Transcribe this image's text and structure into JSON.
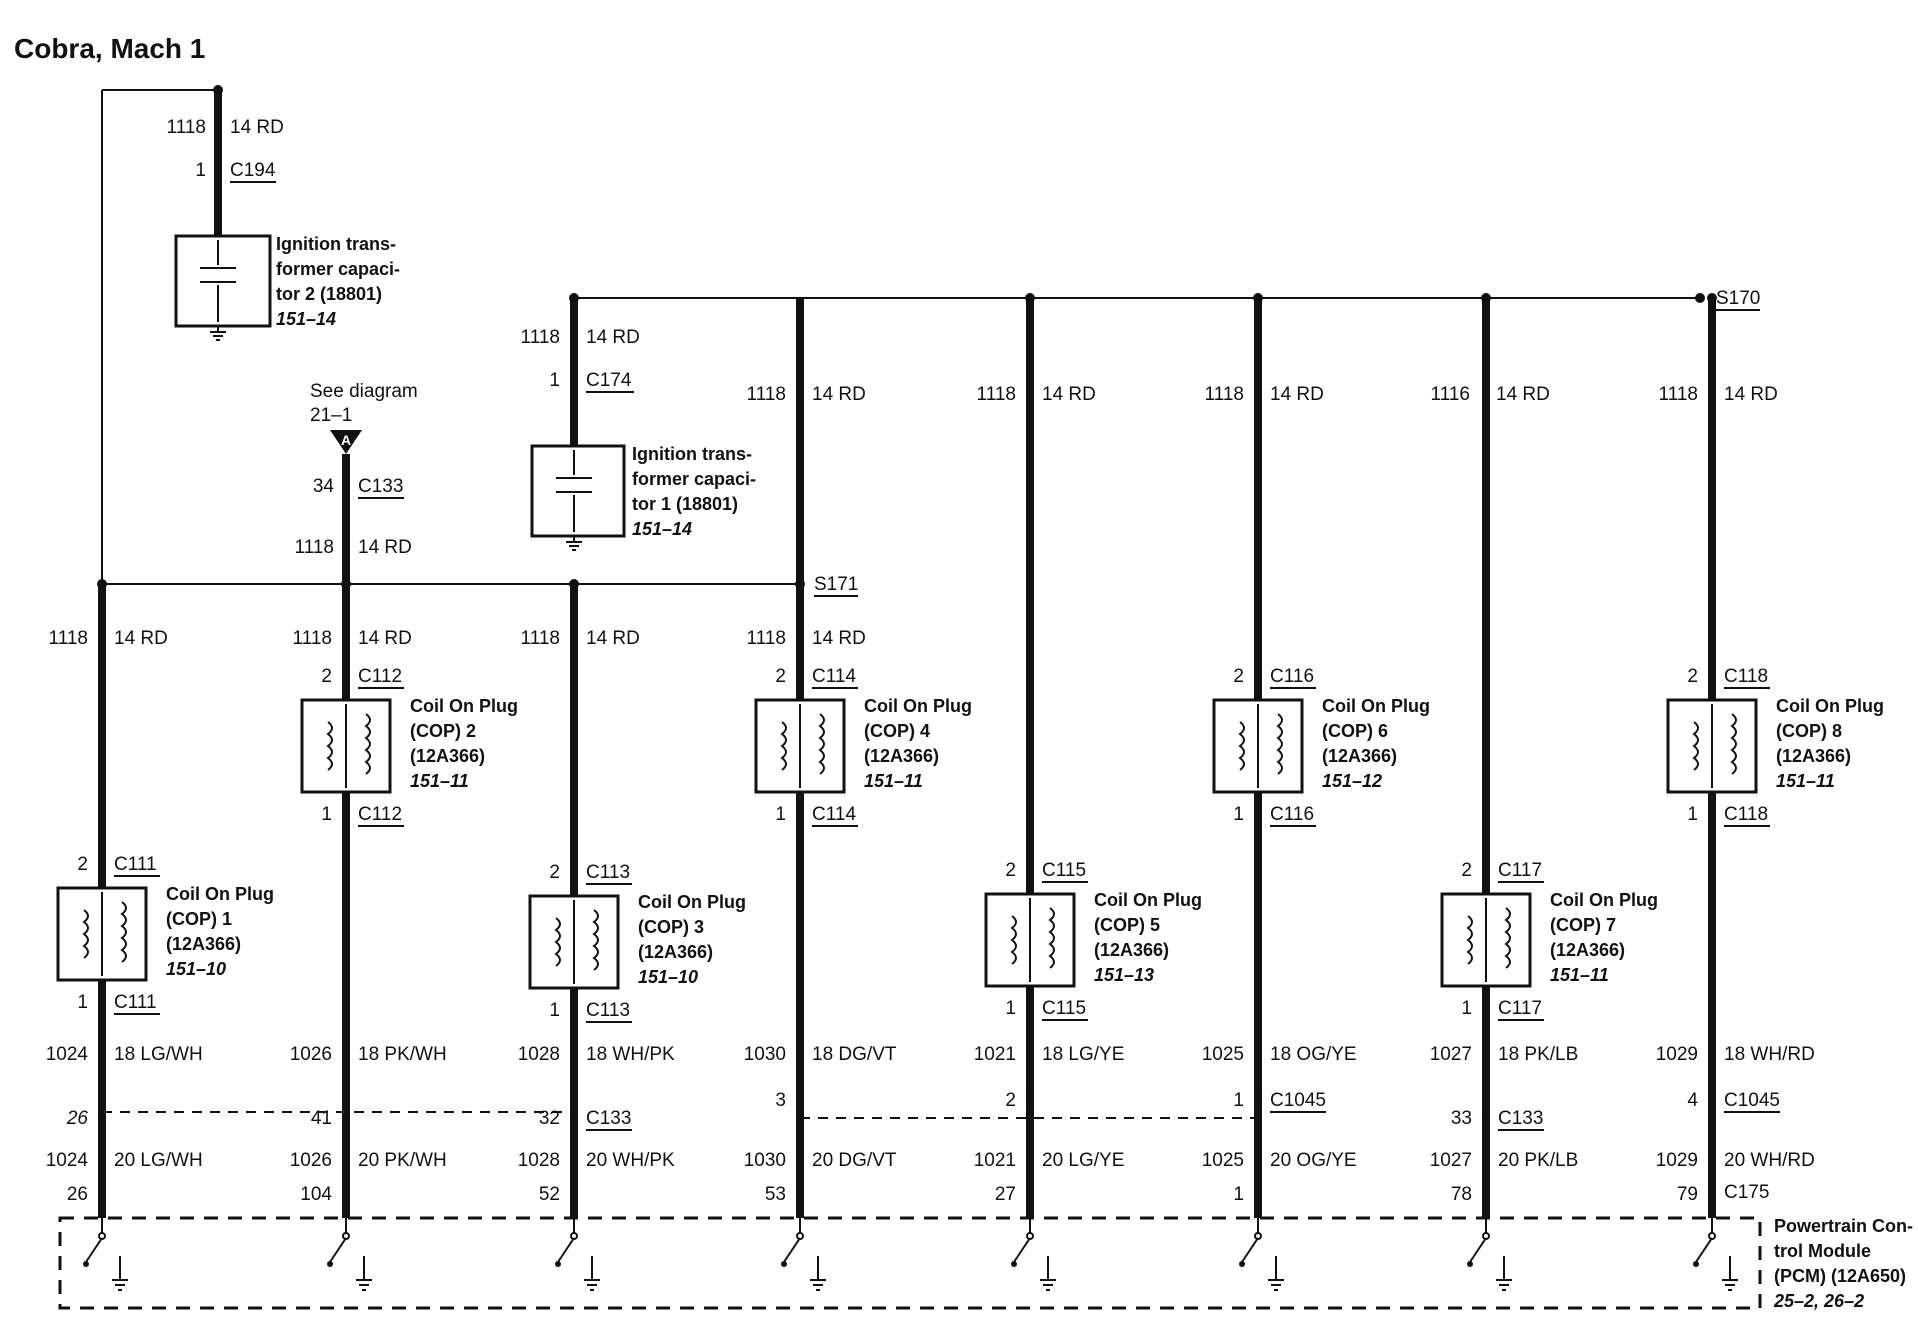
{
  "title": "Cobra, Mach 1",
  "capacitor_2": {
    "circuit": "1118",
    "wire": "14 RD",
    "pin": "1",
    "connector": "C194",
    "name_lines": [
      "Ignition trans-",
      "former capaci-",
      "tor 2 (18801)"
    ],
    "ref": "151–14"
  },
  "capacitor_1": {
    "circuit": "1118",
    "wire": "14 RD",
    "pin": "1",
    "connector": "C174",
    "name_lines": [
      "Ignition trans-",
      "former capaci-",
      "tor 1 (18801)"
    ],
    "ref": "151–14"
  },
  "see_diagram": {
    "text": "See diagram",
    "ref": "21–1",
    "marker": "A",
    "pin": "34",
    "connector": "C133",
    "circuit": "1118",
    "wire": "14 RD"
  },
  "splices": {
    "upper": "S170",
    "lower": "S171"
  },
  "upper_feeds": [
    {
      "circuit": "1118",
      "wire": "14 RD"
    },
    {
      "circuit": "1118",
      "wire": "14 RD"
    },
    {
      "circuit": "1118",
      "wire": "14 RD"
    },
    {
      "circuit": "1116",
      "wire": "14 RD"
    },
    {
      "circuit": "1118",
      "wire": "14 RD"
    }
  ],
  "coils": [
    {
      "feed_circuit": "1118",
      "feed_wire": "14 RD",
      "pin_top": "2",
      "conn_top": "C111",
      "pin_bot": "1",
      "conn_bot": "C111",
      "name": "Coil On Plug",
      "num": "(COP) 1",
      "part": "(12A366)",
      "ref": "151–10",
      "out_circuit": "1024",
      "out_wire": "18 LG/WH",
      "mid_pin": "26",
      "pcm_circuit": "1024",
      "pcm_wire": "20 LG/WH",
      "pcm_pin": "26"
    },
    {
      "feed_circuit": "1118",
      "feed_wire": "14 RD",
      "pin_top": "2",
      "conn_top": "C112",
      "pin_bot": "1",
      "conn_bot": "C112",
      "name": "Coil On Plug",
      "num": "(COP) 2",
      "part": "(12A366)",
      "ref": "151–11",
      "out_circuit": "1026",
      "out_wire": "18 PK/WH",
      "mid_pin": "41",
      "pcm_circuit": "1026",
      "pcm_wire": "20 PK/WH",
      "pcm_pin": "104"
    },
    {
      "feed_circuit": "1118",
      "feed_wire": "14 RD",
      "pin_top": "2",
      "conn_top": "C113",
      "pin_bot": "1",
      "conn_bot": "C113",
      "name": "Coil On Plug",
      "num": "(COP) 3",
      "part": "(12A366)",
      "ref": "151–10",
      "out_circuit": "1028",
      "out_wire": "18 WH/PK",
      "mid_pin": "32",
      "mid_conn": "C133",
      "pcm_circuit": "1028",
      "pcm_wire": "20 WH/PK",
      "pcm_pin": "52"
    },
    {
      "feed_circuit": "1118",
      "feed_wire": "14 RD",
      "pin_top": "2",
      "conn_top": "C114",
      "pin_bot": "1",
      "conn_bot": "C114",
      "name": "Coil On Plug",
      "num": "(COP) 4",
      "part": "(12A366)",
      "ref": "151–11",
      "out_circuit": "1030",
      "out_wire": "18 DG/VT",
      "mid_pin": "3",
      "pcm_circuit": "1030",
      "pcm_wire": "20 DG/VT",
      "pcm_pin": "53"
    },
    {
      "pin_top": "2",
      "conn_top": "C115",
      "pin_bot": "1",
      "conn_bot": "C115",
      "name": "Coil On Plug",
      "num": "(COP) 5",
      "part": "(12A366)",
      "ref": "151–13",
      "out_circuit": "1021",
      "out_wire": "18 LG/YE",
      "mid_pin": "2",
      "pcm_circuit": "1021",
      "pcm_wire": "20 LG/YE",
      "pcm_pin": "27"
    },
    {
      "pin_top": "2",
      "conn_top": "C116",
      "pin_bot": "1",
      "conn_bot": "C116",
      "name": "Coil On Plug",
      "num": "(COP) 6",
      "part": "(12A366)",
      "ref": "151–12",
      "out_circuit": "1025",
      "out_wire": "18 OG/YE",
      "mid_pin": "1",
      "mid_conn": "C1045",
      "pcm_circuit": "1025",
      "pcm_wire": "20 OG/YE",
      "pcm_pin": "1"
    },
    {
      "pin_top": "2",
      "conn_top": "C117",
      "pin_bot": "1",
      "conn_bot": "C117",
      "name": "Coil On Plug",
      "num": "(COP) 7",
      "part": "(12A366)",
      "ref": "151–11",
      "out_circuit": "1027",
      "out_wire": "18 PK/LB",
      "mid_pin": "33",
      "mid_conn": "C133",
      "pcm_circuit": "1027",
      "pcm_wire": "20 PK/LB",
      "pcm_pin": "78"
    },
    {
      "pin_top": "2",
      "conn_top": "C118",
      "pin_bot": "1",
      "conn_bot": "C118",
      "name": "Coil On Plug",
      "num": "(COP) 8",
      "part": "(12A366)",
      "ref": "151–11",
      "out_circuit": "1029",
      "out_wire": "18 WH/RD",
      "mid_pin": "4",
      "mid_conn": "C1045",
      "pcm_circuit": "1029",
      "pcm_wire": "20 WH/RD",
      "pcm_pin": "79",
      "pcm_conn": "C175"
    }
  ],
  "pcm": {
    "name_lines": [
      "Powertrain Con-",
      "trol Module",
      "(PCM) (12A650)"
    ],
    "ref": "25–2, 26–2"
  }
}
